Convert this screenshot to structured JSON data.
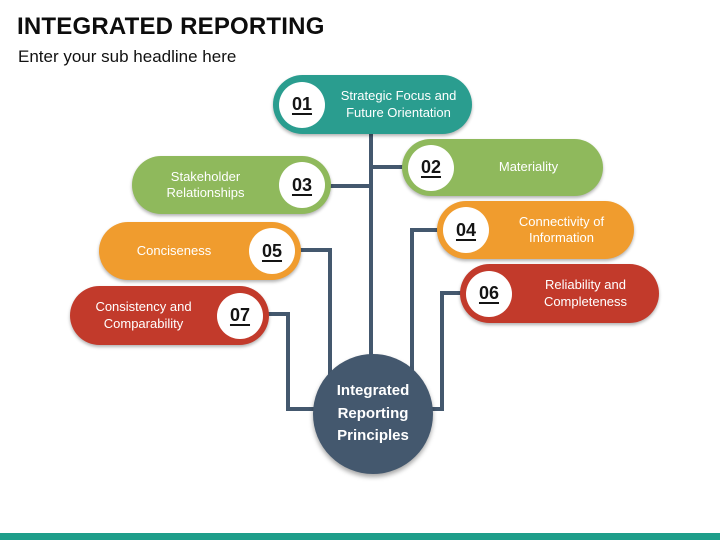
{
  "header": {
    "title": "INTEGRATED REPORTING",
    "subtitle": "Enter your sub headline here"
  },
  "diagram": {
    "center_label": "Integrated Reporting Principles",
    "center_color": "#44586e",
    "connector_color": "#44586e"
  },
  "principles": [
    {
      "number": "01",
      "label": "Strategic Focus and Future Orientation",
      "color": "#2a9d8f"
    },
    {
      "number": "02",
      "label": "Materiality",
      "color": "#8fb95c"
    },
    {
      "number": "03",
      "label": "Stakeholder Relationships",
      "color": "#8fb95c"
    },
    {
      "number": "04",
      "label": "Connectivity of Information",
      "color": "#f09c2e"
    },
    {
      "number": "05",
      "label": "Conciseness",
      "color": "#f09c2e"
    },
    {
      "number": "06",
      "label": "Reliability and Completeness",
      "color": "#c23a2b"
    },
    {
      "number": "07",
      "label": "Consistency and Comparability",
      "color": "#c23a2b"
    }
  ],
  "footer": {
    "bar_color": "#1e9e8a"
  }
}
